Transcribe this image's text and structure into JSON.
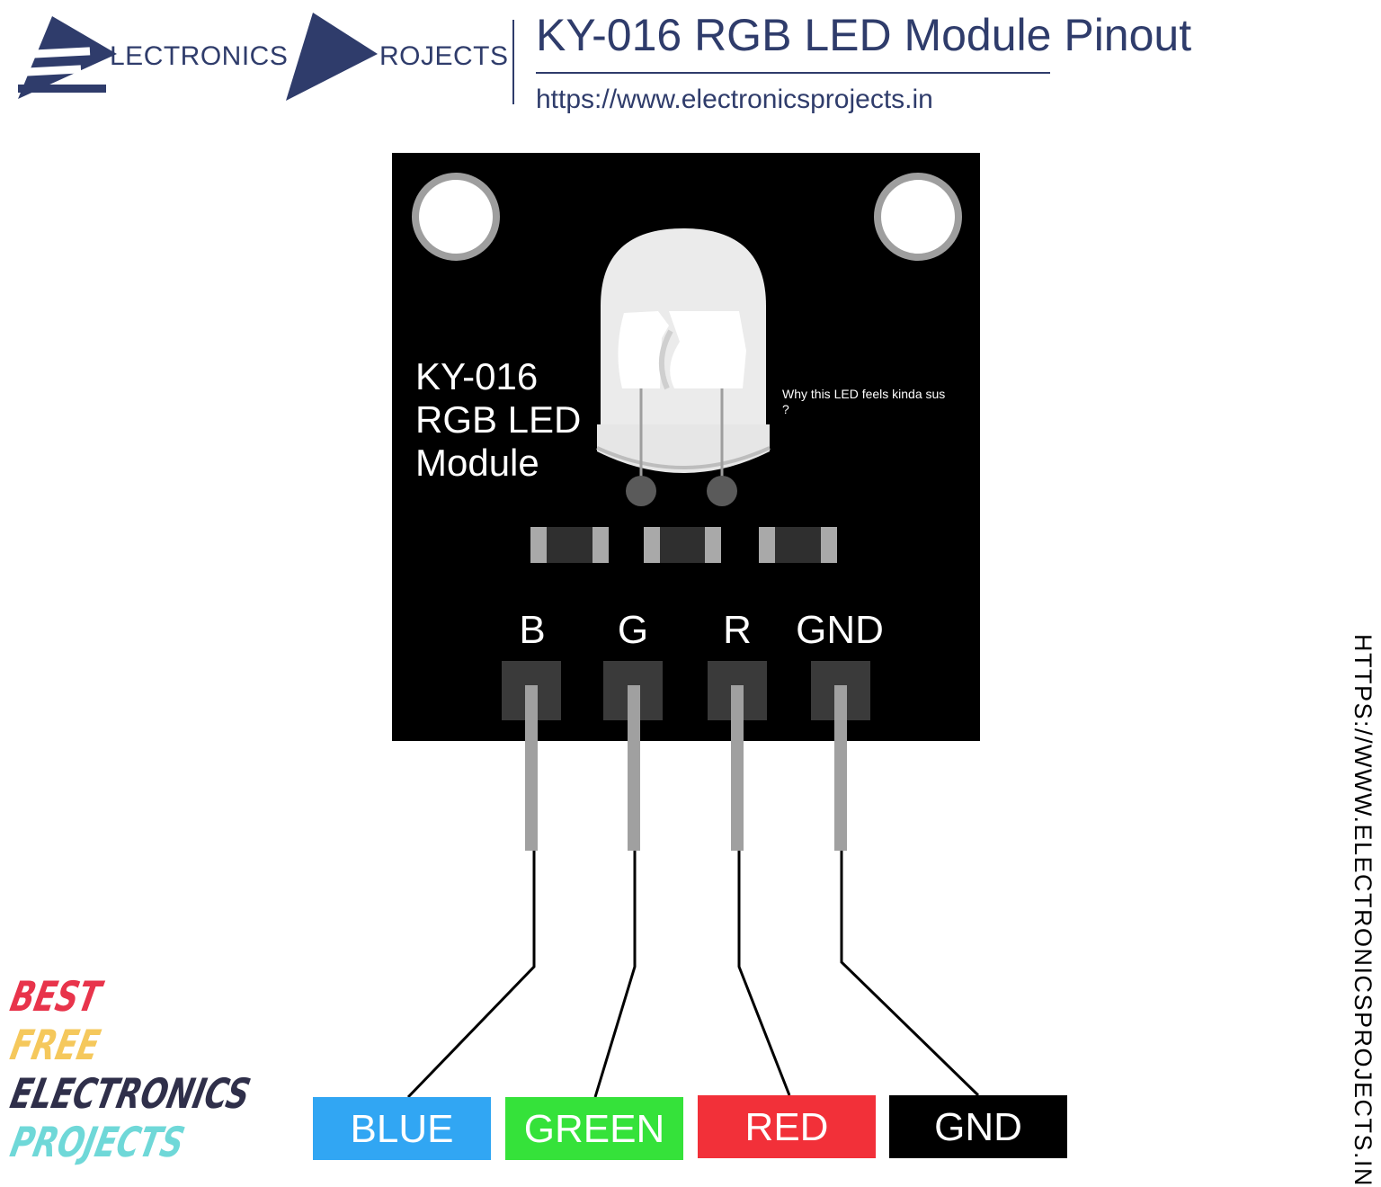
{
  "header": {
    "brand_word1_initial": "E",
    "brand_word1_rest": "LECTRONICS",
    "brand_word2_initial": "P",
    "brand_word2_rest": "ROJECTS",
    "title": "KY-016 RGB LED Module Pinout",
    "url": "https://www.electronicsprojects.in"
  },
  "module": {
    "label_lines": [
      "KY-016",
      "RGB LED",
      "Module"
    ],
    "note": "Why this LED feels kinda sus ?",
    "pins": [
      "B",
      "G",
      "R",
      "GND"
    ]
  },
  "outputs": [
    {
      "label": "BLUE",
      "color": "#31a6f3"
    },
    {
      "label": "GREEN",
      "color": "#35e23a"
    },
    {
      "label": "RED",
      "color": "#f23039"
    },
    {
      "label": "GND",
      "color": "#000000"
    }
  ],
  "badge": {
    "lines": [
      "BEST",
      "FREE",
      "ELECTRONICS",
      "PROJECTS"
    ],
    "colors": [
      "#e8344b",
      "#f5c85c",
      "#2f2f4a",
      "#6fd8d8"
    ]
  },
  "side_url": "HTTPS://WWW.ELECTRONICSPROJECTS.IN"
}
